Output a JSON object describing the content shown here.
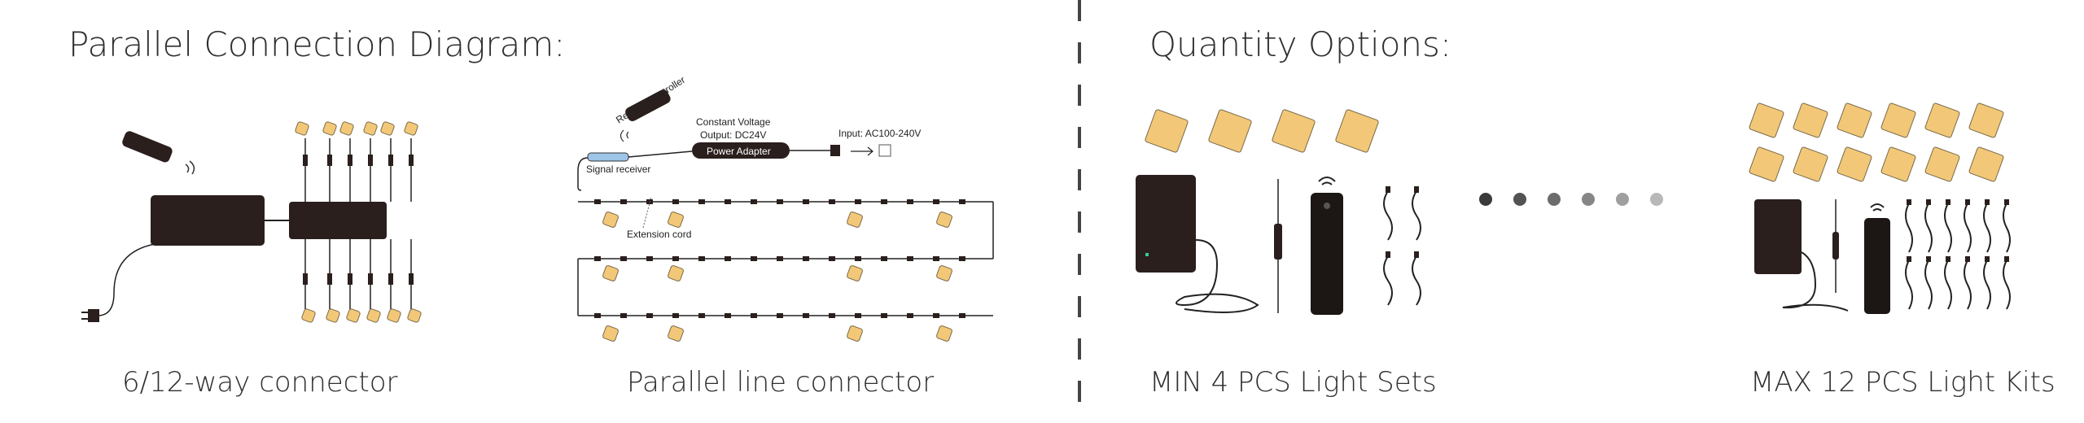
{
  "left_section": {
    "title": "Parallel Connection Diagram:",
    "figures": [
      {
        "caption": "6/12-way connector"
      },
      {
        "caption": "Parallel line connector"
      }
    ],
    "labels": {
      "remote_controller": "Remote Controller",
      "constant_voltage": "Constant Voltage",
      "output": "Output: DC24V",
      "power_adapter": "Power Adapter",
      "input": "Input: AC100-240V",
      "signal_receiver": "Signal receiver",
      "extension_cord": "Extension cord"
    }
  },
  "right_section": {
    "title": "Quantity Options:",
    "options": [
      {
        "caption": "MIN 4 PCS Light Sets",
        "light_count": 4
      },
      {
        "caption": "MAX 12 PCS Light Kits",
        "light_count": 12
      }
    ],
    "dot_count": 6
  },
  "colors": {
    "device": "#2a1f1d",
    "light": "#f2c878",
    "dot_dark": "#3a3a3a",
    "dot_light": "#b8b8b8"
  }
}
